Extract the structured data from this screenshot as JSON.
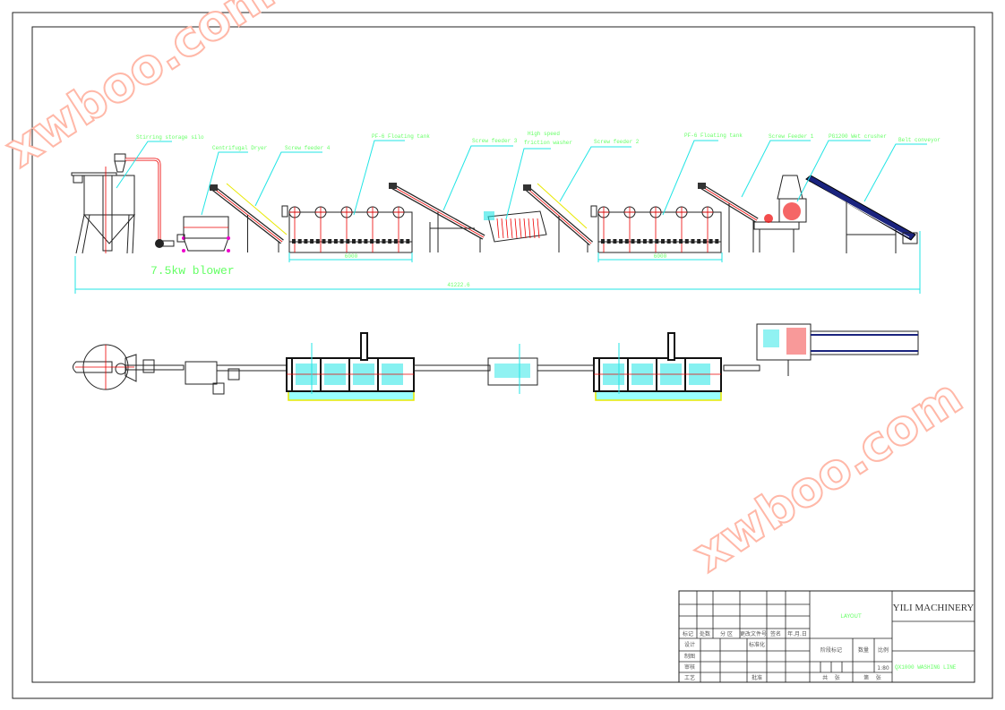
{
  "drawing": {
    "labels": [
      "Stirring storage silo",
      "Centrifugal Dryer",
      "Screw feeder 4",
      "PF-6 Floating tank",
      "Screw feeder 3",
      "High speed",
      "friction washer",
      "Screw feeder 2",
      "PF-6 Floating tank",
      "Screw Feeder 1",
      "PG1200 Wet crusher",
      "Belt conveyor"
    ],
    "blower_label": "7.5kw blower",
    "dim_tank1": "6000",
    "dim_tank2": "6000",
    "dim_total": "41222.6"
  },
  "title_block": {
    "header": [
      "标记",
      "处数",
      "分 区",
      "更改文件号",
      "签名",
      "年.月.日"
    ],
    "rows": [
      "设计",
      "制图",
      "审核",
      "工艺"
    ],
    "standardization": "标准化",
    "approve": "批准",
    "layout": "LAYOUT",
    "stage_mark": "阶段标记",
    "quantity": "数量",
    "scale_label": "比例",
    "scale": "1:80",
    "total_sheets": "共    张",
    "sheet_no": "第    张",
    "company": "YILI MACHINERY",
    "drawing_name": "QX1000 WASHING LINE"
  },
  "watermark": "xwboo.com"
}
